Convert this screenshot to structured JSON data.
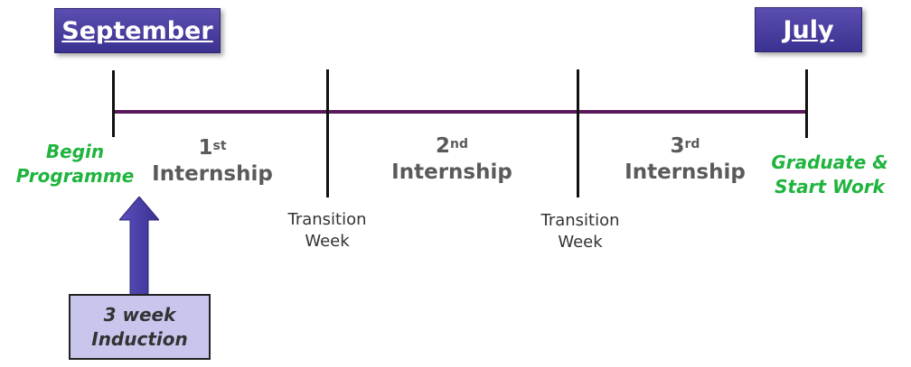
{
  "months": {
    "start": "September",
    "end": "July"
  },
  "milestones": {
    "begin_line1": "Begin",
    "begin_line2": "Programme",
    "graduate_line1": "Graduate &",
    "graduate_line2": "Start Work"
  },
  "internships": [
    {
      "number": "1",
      "suffix": "st",
      "label": "Internship"
    },
    {
      "number": "2",
      "suffix": "nd",
      "label": "Internship"
    },
    {
      "number": "3",
      "suffix": "rd",
      "label": "Internship"
    }
  ],
  "transitions": [
    {
      "line1": "Transition",
      "line2": "Week"
    },
    {
      "line1": "Transition",
      "line2": "Week"
    }
  ],
  "induction": {
    "line1": "3 week",
    "line2": "Induction"
  },
  "colors": {
    "month_box": "#3b3190",
    "timeline": "#5a1a5a",
    "milestone_text": "#1fb43e",
    "induction_box": "#c9c6ee",
    "arrow": "#4a3fa8"
  }
}
